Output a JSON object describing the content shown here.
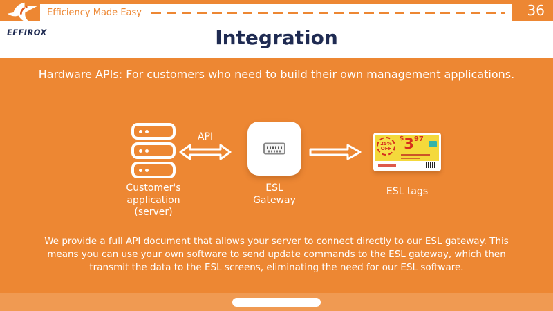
{
  "slide": {
    "brand": "EFFIROX",
    "tagline": "Efficiency Made Easy",
    "page_number": "36",
    "title": "Integration",
    "subtitle": "Hardware APIs: For customers who need to build their own management applications.",
    "paragraph": "We provide a full API document that allows your server to connect directly to our ESL gateway. This means you can use your own software to send update commands to the ESL gateway, which then transmit the data to the ESL screens, eliminating the need for our ESL software."
  },
  "diagram": {
    "api_label": "API",
    "nodes": [
      {
        "id": "customer-server",
        "lines": [
          "Customer's",
          "application",
          "(server)"
        ]
      },
      {
        "id": "esl-gateway",
        "lines": [
          "ESL",
          "Gateway"
        ]
      },
      {
        "id": "esl-tags",
        "lines": [
          "ESL tags"
        ]
      }
    ]
  },
  "esl_tag": {
    "discount_percent": "25%",
    "discount_word": "OFF",
    "currency": "$",
    "price_dollars": "3",
    "price_cents": "97"
  },
  "colors": {
    "brand_orange": "#ED8733",
    "navy": "#1F2B52",
    "footer_orange": "#F09A52",
    "tag_yellow": "#F4D93B",
    "tag_red": "#D6301D"
  }
}
